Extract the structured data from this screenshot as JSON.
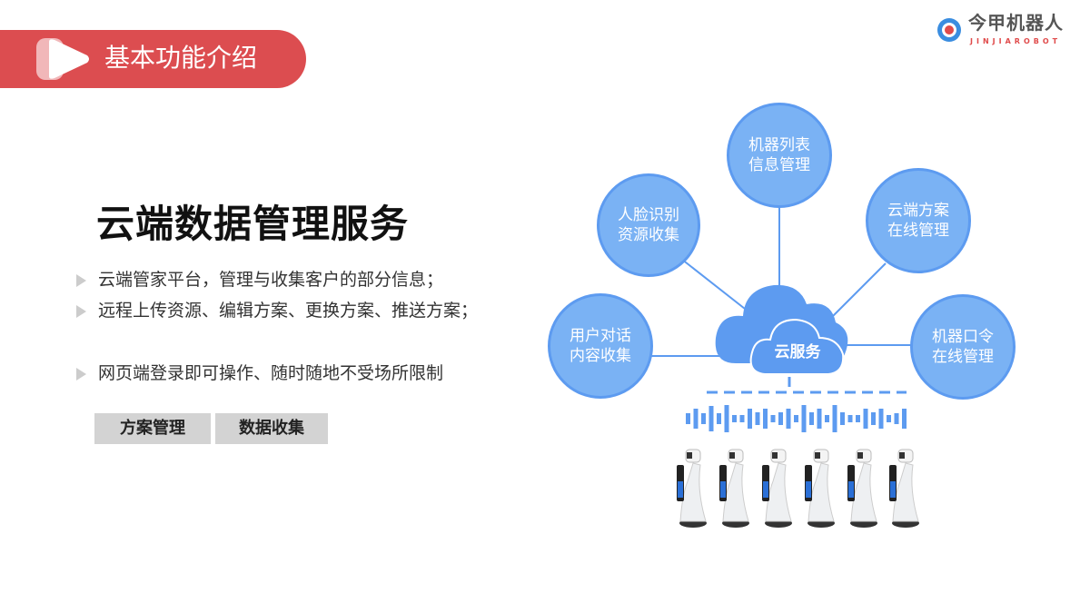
{
  "header": {
    "title": "基本功能介绍"
  },
  "logo": {
    "name": "今甲机器人",
    "sub": "JINJIAROBOT"
  },
  "main": {
    "title": "云端数据管理服务",
    "bullets": [
      "云端管家平台，管理与收集客户的部分信息；",
      "远程上传资源、编辑方案、更换方案、推送方案；",
      "网页端登录即可操作、随时随地不受场所限制"
    ],
    "tags": [
      "方案管理",
      "数据收集"
    ]
  },
  "diagram": {
    "cloud_label": "云服务",
    "nodes": [
      {
        "l1": "机器列表",
        "l2": "信息管理"
      },
      {
        "l1": "人脸识别",
        "l2": "资源收集"
      },
      {
        "l1": "云端方案",
        "l2": "在线管理"
      },
      {
        "l1": "用户对话",
        "l2": "内容收集"
      },
      {
        "l1": "机器口令",
        "l2": "在线管理"
      }
    ]
  },
  "colors": {
    "accent": "#dc4d50",
    "blue": "#5d9bf0"
  }
}
